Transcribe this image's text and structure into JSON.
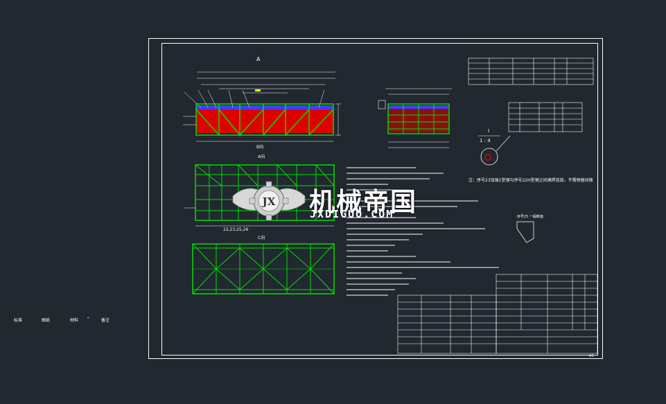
{
  "drawing": {
    "sheet_border_color": "#ffffff",
    "structure_red": "#e00000",
    "structure_green": "#00e000",
    "structure_blue": "#4040ff",
    "annotation_yellow": "#ffff00",
    "background": "#212830",
    "section_label_a": "A",
    "view_label_b": "B向",
    "view_label_a": "A向",
    "view_label_c": "C向",
    "detail_label": "I",
    "detail_scale": "1 : 4",
    "note_text": "注：序号23加强1型钢与序号22H型钢之间满焊连接，不需预留间隙",
    "section_tag": "序号25 一般断面",
    "dimension_row": "22,23,25,26",
    "sheet_number": "A3"
  },
  "watermark": {
    "title": "机械帝国",
    "url": "JXDIGUO.COM",
    "badge": "JX"
  },
  "side_labels": [
    "标准",
    "图纸",
    "材料",
    "\"",
    "备注"
  ]
}
